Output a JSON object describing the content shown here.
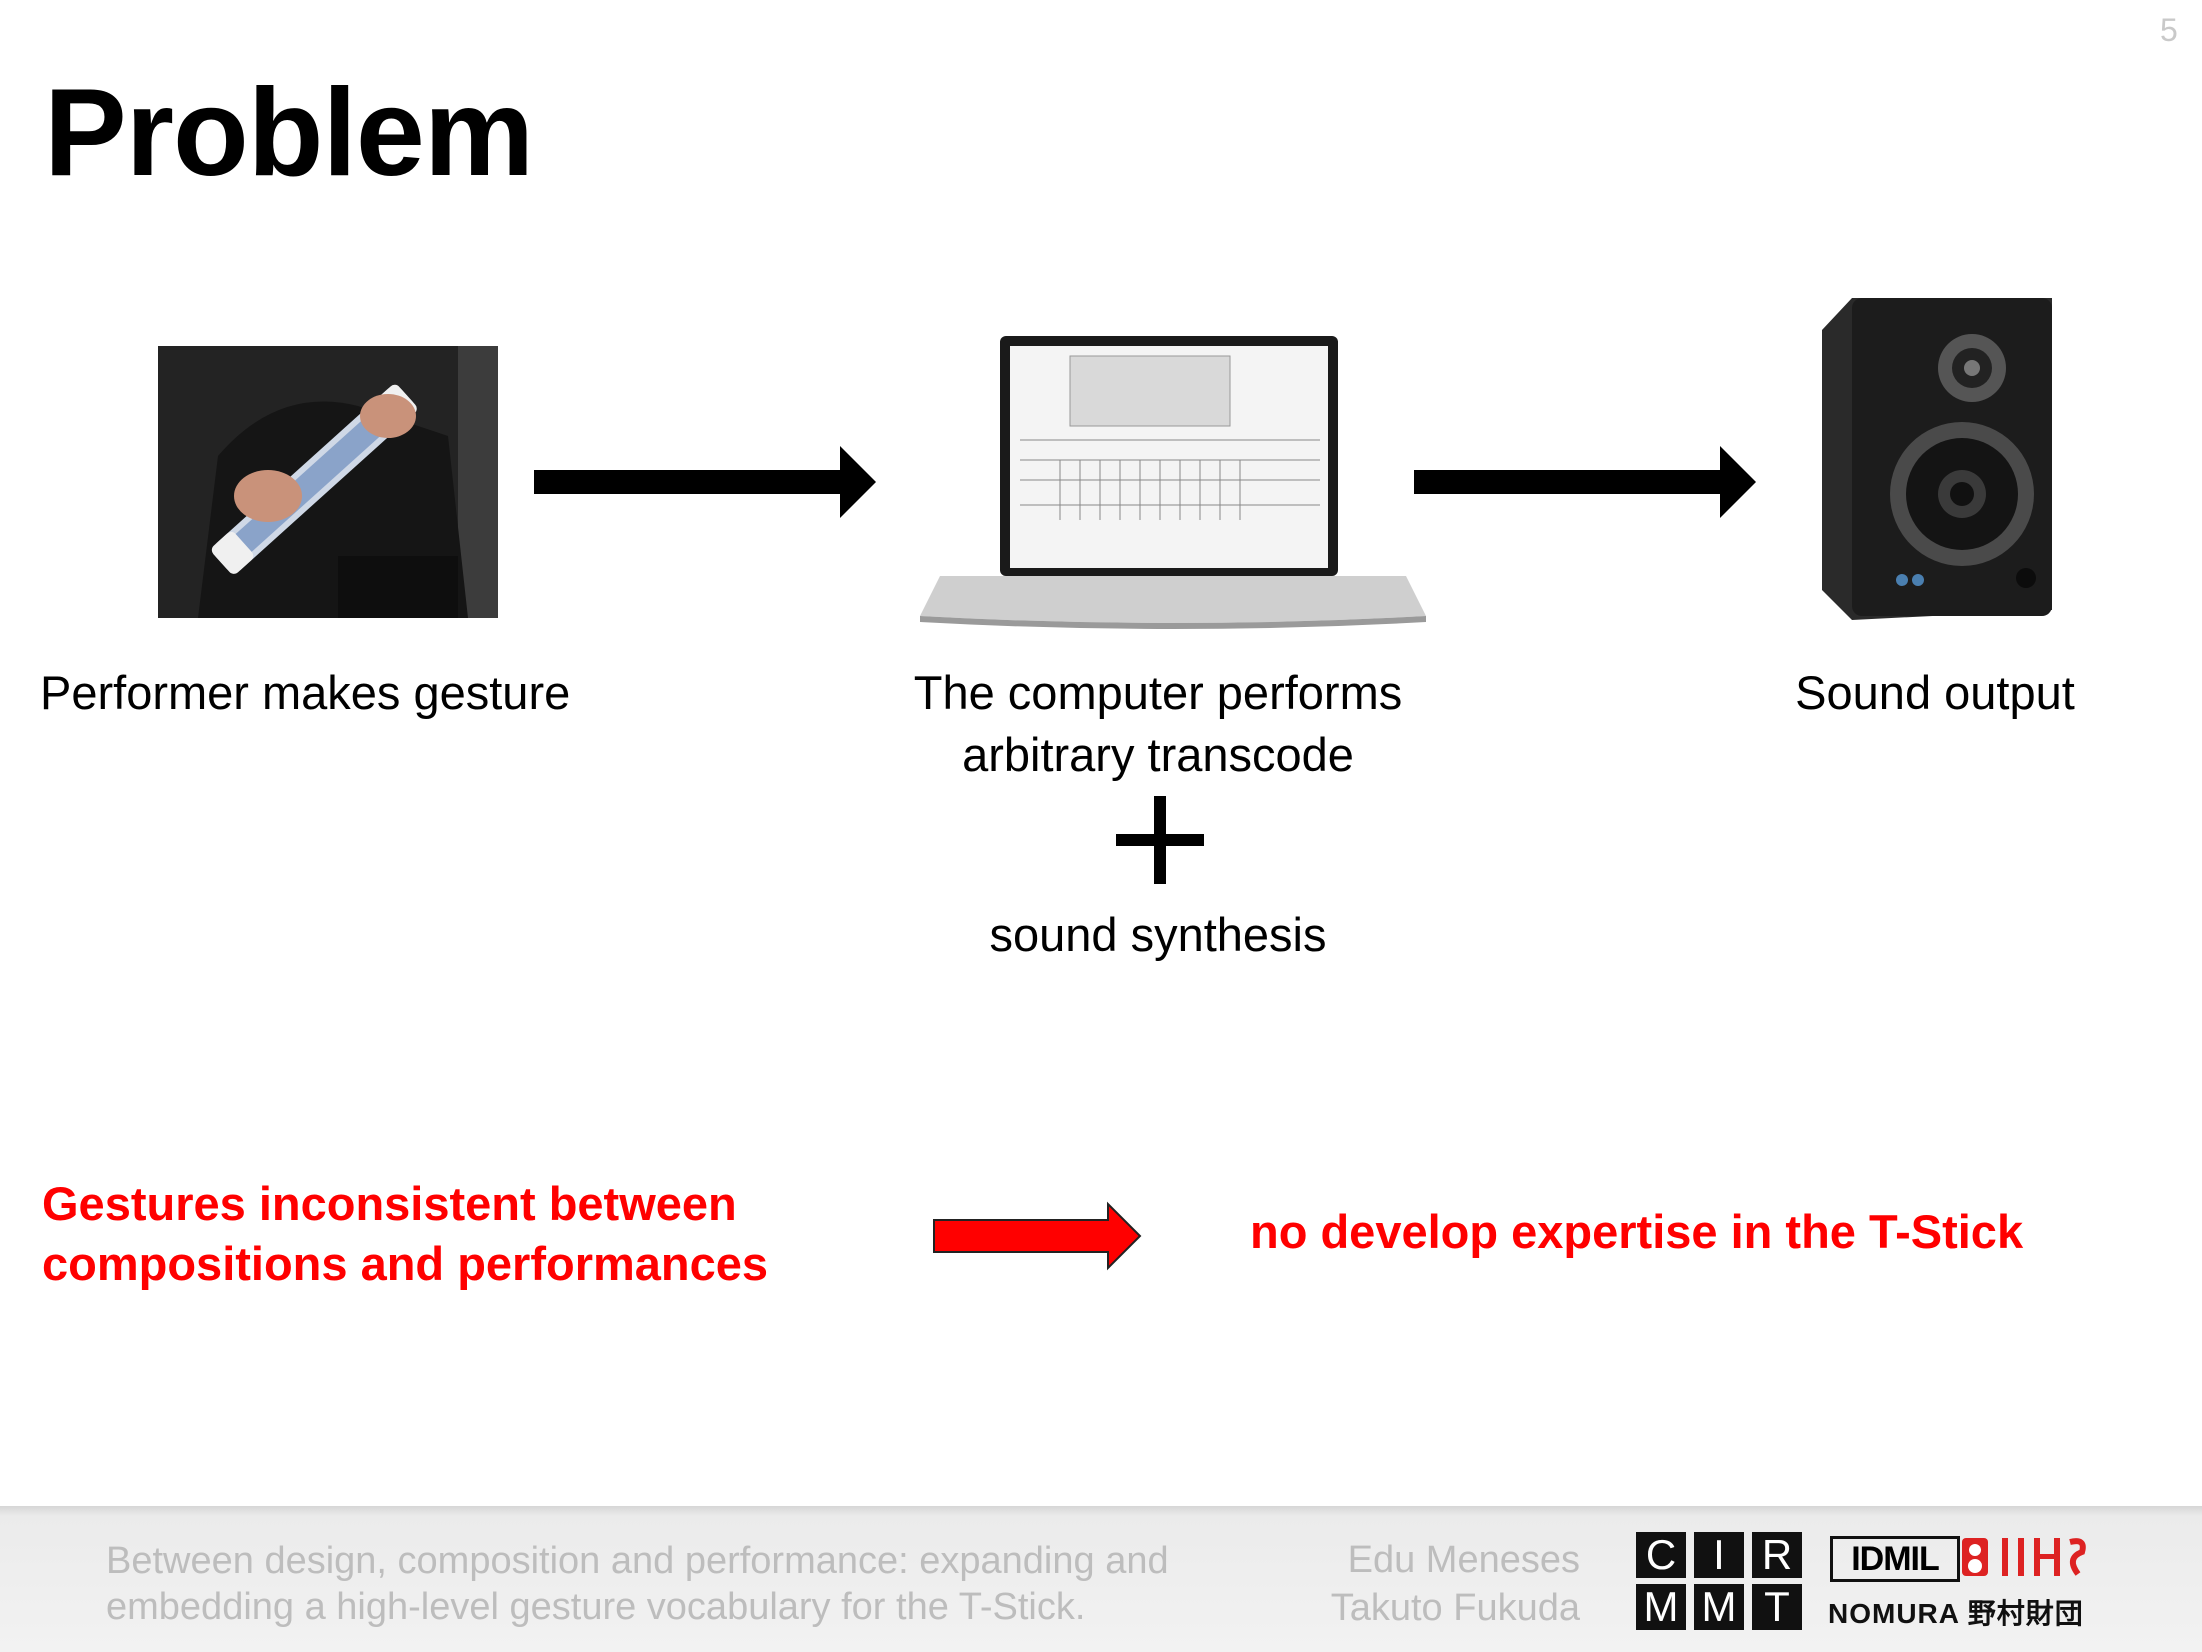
{
  "slide": {
    "number": "5",
    "title": "Problem"
  },
  "diagram": {
    "step1_caption": "Performer makes gesture",
    "step2_caption_line1": "The computer performs",
    "step2_caption_line2": "arbitrary transcode",
    "step2_plus": "+",
    "step2_caption_line3": "sound synthesis",
    "step3_caption": "Sound output"
  },
  "consequence": {
    "cause_line1": "Gestures inconsistent between",
    "cause_line2": "compositions and performances",
    "effect": "no develop expertise in the T-Stick",
    "accent_color": "#ff0000"
  },
  "footer": {
    "title_line1": "Between design, composition and performance: expanding and",
    "title_line2": "embedding a high-level gesture vocabulary for the T-Stick.",
    "author1": "Edu Meneses",
    "author2": "Takuto Fukuda",
    "logos": {
      "cirmmt_row1": [
        "C",
        "I",
        "R"
      ],
      "cirmmt_row2": [
        "M",
        "M",
        "T"
      ],
      "idmil": "IDMIL",
      "nomura": "NOMURA 野村財団"
    }
  }
}
